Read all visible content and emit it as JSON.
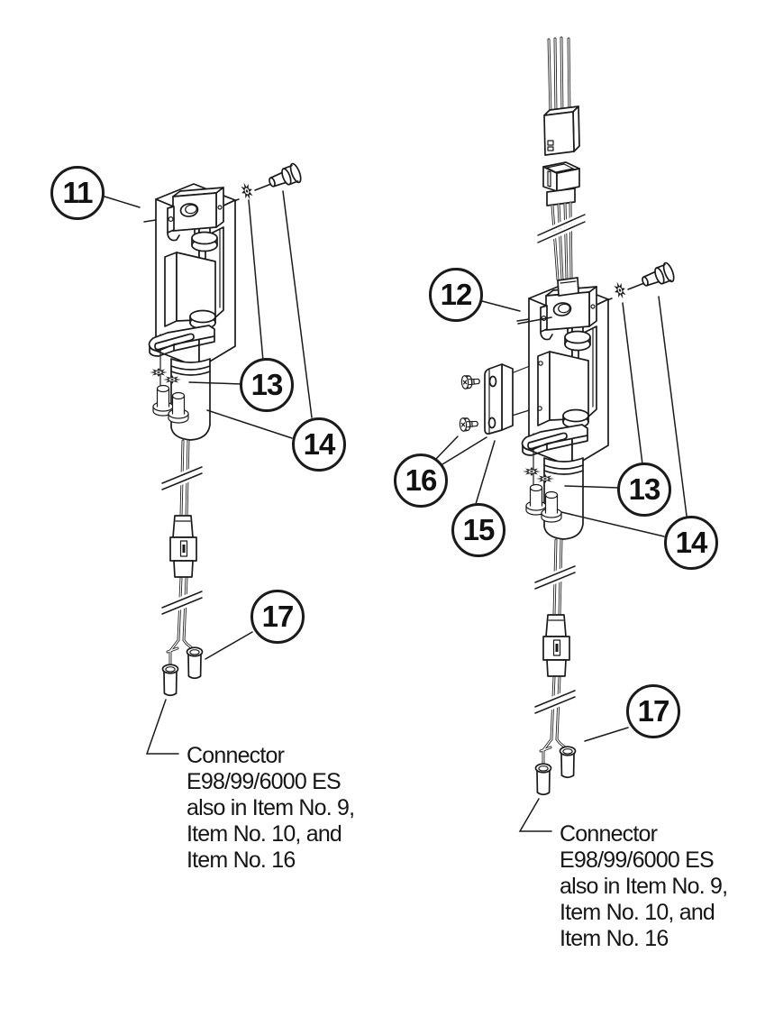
{
  "colors": {
    "line": "#1a1a1a",
    "background": "#ffffff"
  },
  "callouts": {
    "c11": "11",
    "c12": "12",
    "c13_left": "13",
    "c13_right": "13",
    "c14_left": "14",
    "c14_right": "14",
    "c15": "15",
    "c16": "16",
    "c17_left": "17",
    "c17_right": "17"
  },
  "notes": {
    "left": {
      "line1": "Connector",
      "line2": "E98/99/6000 ES",
      "line3": "also in Item No. 9,",
      "line4": "Item No. 10, and",
      "line5": "Item No. 16"
    },
    "right": {
      "line1": "Connector",
      "line2": "E98/99/6000 ES",
      "line3": "also in Item No. 9,",
      "line4": "Item No. 10, and",
      "line5": "Item No. 16"
    }
  }
}
